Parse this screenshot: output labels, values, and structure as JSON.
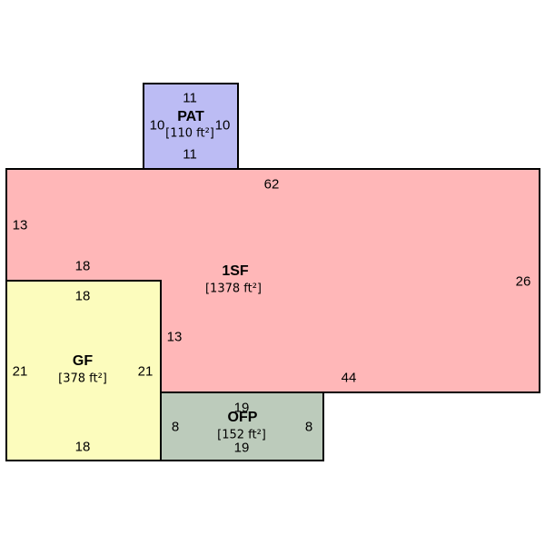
{
  "colors": {
    "pat": "#bcbcf4",
    "first_floor": "#ffb7b8",
    "garage": "#fcfcbd",
    "porch": "#bccbbb",
    "outline": "#000000"
  },
  "areas": {
    "pat": {
      "label": "PAT",
      "area": "[110 ft²]",
      "dims": {
        "top": "11",
        "bottom": "11",
        "left": "10",
        "right": "10"
      }
    },
    "first_floor": {
      "label": "1SF",
      "area": "[1378 ft²]",
      "dims": {
        "top": "62",
        "left": "13",
        "right": "26",
        "inner_top": "18",
        "inner_side": "13",
        "bottom": "44"
      }
    },
    "garage": {
      "label": "GF",
      "area": "[378 ft²]",
      "dims": {
        "top": "18",
        "bottom": "18",
        "left": "21",
        "right": "21"
      }
    },
    "porch": {
      "label": "OFP",
      "area": "[152 ft²]",
      "dims": {
        "top": "19",
        "bottom": "19",
        "left": "8",
        "right": "8"
      }
    }
  }
}
